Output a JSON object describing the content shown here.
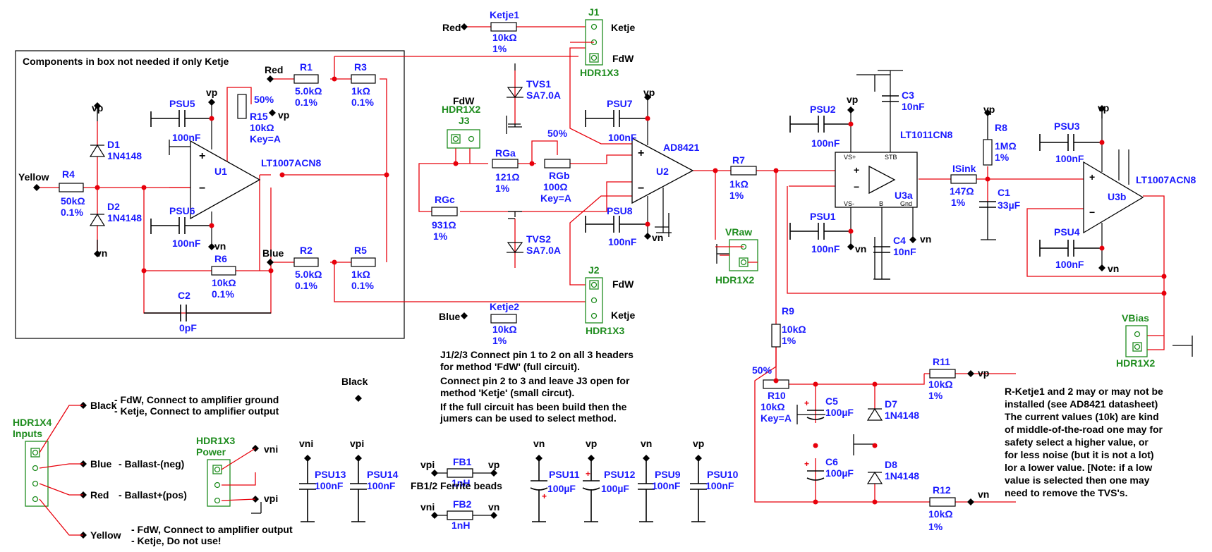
{
  "colors": {
    "wire": "#e8000b",
    "label": "#1a1aff",
    "header": "#1e8c1e",
    "body": "#000000"
  },
  "box_title": "Components in box not needed if only Ketje",
  "labels": {
    "yellow": "Yellow",
    "red": "Red",
    "blue": "Blue",
    "black": "Black",
    "fdw": "FdW",
    "ketje": "Ketje",
    "vp": "vp",
    "vn": "vn",
    "vni": "vni",
    "vpi": "vpi",
    "pct50": "50%",
    "key_a": "Key=A",
    "hdr1x2": "HDR1X2",
    "hdr1x3": "HDR1X3",
    "hdr1x4": "HDR1X4",
    "inputs": "Inputs",
    "power": "Power"
  },
  "components": {
    "R1": [
      "R1",
      "5.0kΩ",
      "0.1%"
    ],
    "R2": [
      "R2",
      "5.0kΩ",
      "0.1%"
    ],
    "R3": [
      "R3",
      "1kΩ",
      "0.1%"
    ],
    "R4": [
      "R4",
      "50kΩ",
      "0.1%"
    ],
    "R5": [
      "R5",
      "1kΩ",
      "0.1%"
    ],
    "R6": [
      "R6",
      "10kΩ",
      "0.1%"
    ],
    "R7": [
      "R7",
      "1kΩ",
      "1%"
    ],
    "R8": [
      "R8",
      "1MΩ",
      "1%"
    ],
    "R9": [
      "R9",
      "10kΩ",
      "1%"
    ],
    "R10": [
      "R10",
      "10kΩ",
      "Key=A"
    ],
    "R11": [
      "R11",
      "10kΩ",
      "1%"
    ],
    "R12": [
      "R12",
      "10kΩ",
      "1%"
    ],
    "R15": [
      "R15",
      "10kΩ",
      "Key=A"
    ],
    "RGa": [
      "RGa",
      "121Ω",
      "1%"
    ],
    "RGb": [
      "RGb",
      "100Ω",
      "Key=A"
    ],
    "RGc": [
      "RGc",
      "931Ω",
      "1%"
    ],
    "Ketje1": [
      "Ketje1",
      "10kΩ",
      "1%"
    ],
    "Ketje2": [
      "Ketje2",
      "10kΩ",
      "1%"
    ],
    "ISink": [
      "ISink",
      "147Ω",
      "1%"
    ],
    "C1": [
      "C1",
      "33µF"
    ],
    "C2": [
      "C2",
      "0pF"
    ],
    "C3": [
      "C3",
      "10nF"
    ],
    "C4": [
      "C4",
      "10nF"
    ],
    "C5": [
      "C5",
      "100µF"
    ],
    "C6": [
      "C6",
      "100µF"
    ],
    "D1": [
      "D1",
      "1N4148"
    ],
    "D2": [
      "D2",
      "1N4148"
    ],
    "D7": [
      "D7",
      "1N4148"
    ],
    "D8": [
      "D8",
      "1N4148"
    ],
    "TVS1": [
      "TVS1",
      "SA7.0A"
    ],
    "TVS2": [
      "TVS2",
      "SA7.0A"
    ],
    "PSU1": [
      "PSU1",
      "100nF"
    ],
    "PSU2": [
      "PSU2",
      "100nF"
    ],
    "PSU3": [
      "PSU3",
      "100nF"
    ],
    "PSU4": [
      "PSU4",
      "100nF"
    ],
    "PSU5": [
      "PSU5",
      "100nF"
    ],
    "PSU6": [
      "PSU6",
      "100nF"
    ],
    "PSU7": [
      "PSU7",
      "100nF"
    ],
    "PSU8": [
      "PSU8",
      "100nF"
    ],
    "PSU9": [
      "PSU9",
      "100nF"
    ],
    "PSU10": [
      "PSU10",
      "100nF"
    ],
    "PSU11": [
      "PSU11",
      "100µF"
    ],
    "PSU12": [
      "PSU12",
      "100µF"
    ],
    "PSU13": [
      "PSU13",
      "100nF"
    ],
    "PSU14": [
      "PSU14",
      "100nF"
    ],
    "FB1": [
      "FB1",
      "1nH"
    ],
    "FB2": [
      "FB2",
      "1nH"
    ]
  },
  "chips": {
    "U1": "U1",
    "U2": "U2",
    "U3a": "U3a",
    "U3b": "U3b",
    "lt1007a": "LT1007ACN8",
    "ad8421": "AD8421",
    "lt1011": "LT1011CN8",
    "lt1007b": "LT1007ACN8"
  },
  "headers": {
    "J1": "J1",
    "J2": "J2",
    "J3": "J3",
    "VRaw": "VRaw",
    "VBias": "VBias"
  },
  "pins": {
    "vs_plus": "VS+",
    "vs_minus": "VS-",
    "stb": "STB",
    "b": "B",
    "gnd": "Gnd"
  },
  "ferrite_note": "FB1/2 Ferrite beads",
  "j_note": [
    "J1/2/3 Connect pin 1 to 2 on all 3 headers",
    "for method 'FdW' (full circuit).",
    "Connect pin 2 to 3 and leave J3 open for",
    "method 'Ketje' (small circut).",
    "If the full circuit has been build then the",
    "jumers can be used to select method."
  ],
  "inputs_notes": {
    "black1": "- FdW, Connect to amplifier ground",
    "black2": "- Ketje, Connect to amplifier output",
    "blue": "- Ballast-(neg)",
    "red": "- Ballast+(pos)",
    "yellow1": "- FdW, Connect to amplifier output",
    "yellow2": "- Ketje, Do not use!"
  },
  "r_note": [
    "R-Ketje1 and 2 may or may not be",
    "installed (see AD8421 datasheet)",
    "The current values (10k) are kind",
    "of middle-of-the-road one may for",
    "safety select a higher value, or",
    "for less noise (but it is not a lot)",
    "lor a lower value. [Note: if a low",
    "value is selected then one may",
    "need to remove the TVS's."
  ]
}
